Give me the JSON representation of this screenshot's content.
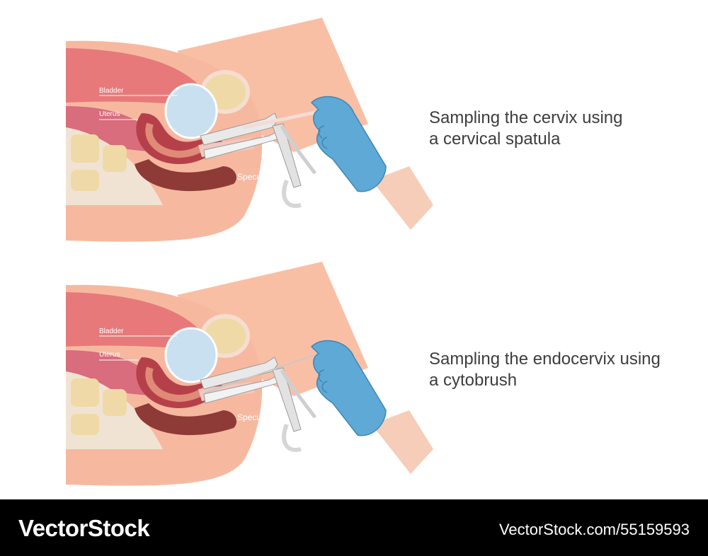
{
  "panels": [
    {
      "caption_line1": "Sampling the cervix using",
      "caption_line2": "a cervical spatula",
      "labels": {
        "bladder": "Bladder",
        "uterus": "Uterus",
        "speculum": "Speculum"
      },
      "instrument": "cervical spatula"
    },
    {
      "caption_line1": "Sampling the endocervix using",
      "caption_line2": "a cytobrush",
      "labels": {
        "bladder": "Bladder",
        "uterus": "Uterus",
        "speculum": "Speculum"
      },
      "instrument": "cytobrush"
    }
  ],
  "footer": {
    "brand": "VectorStock",
    "url": "VectorStock.com/55159593"
  },
  "colors": {
    "skin": "#f6b9a0",
    "body_outline": "#f4a98f",
    "bladder": "#c9e0f0",
    "uterus": "#b6404a",
    "rectum": "#8e3a36",
    "glove": "#5ea9d6",
    "bone": "#efd9a6"
  }
}
